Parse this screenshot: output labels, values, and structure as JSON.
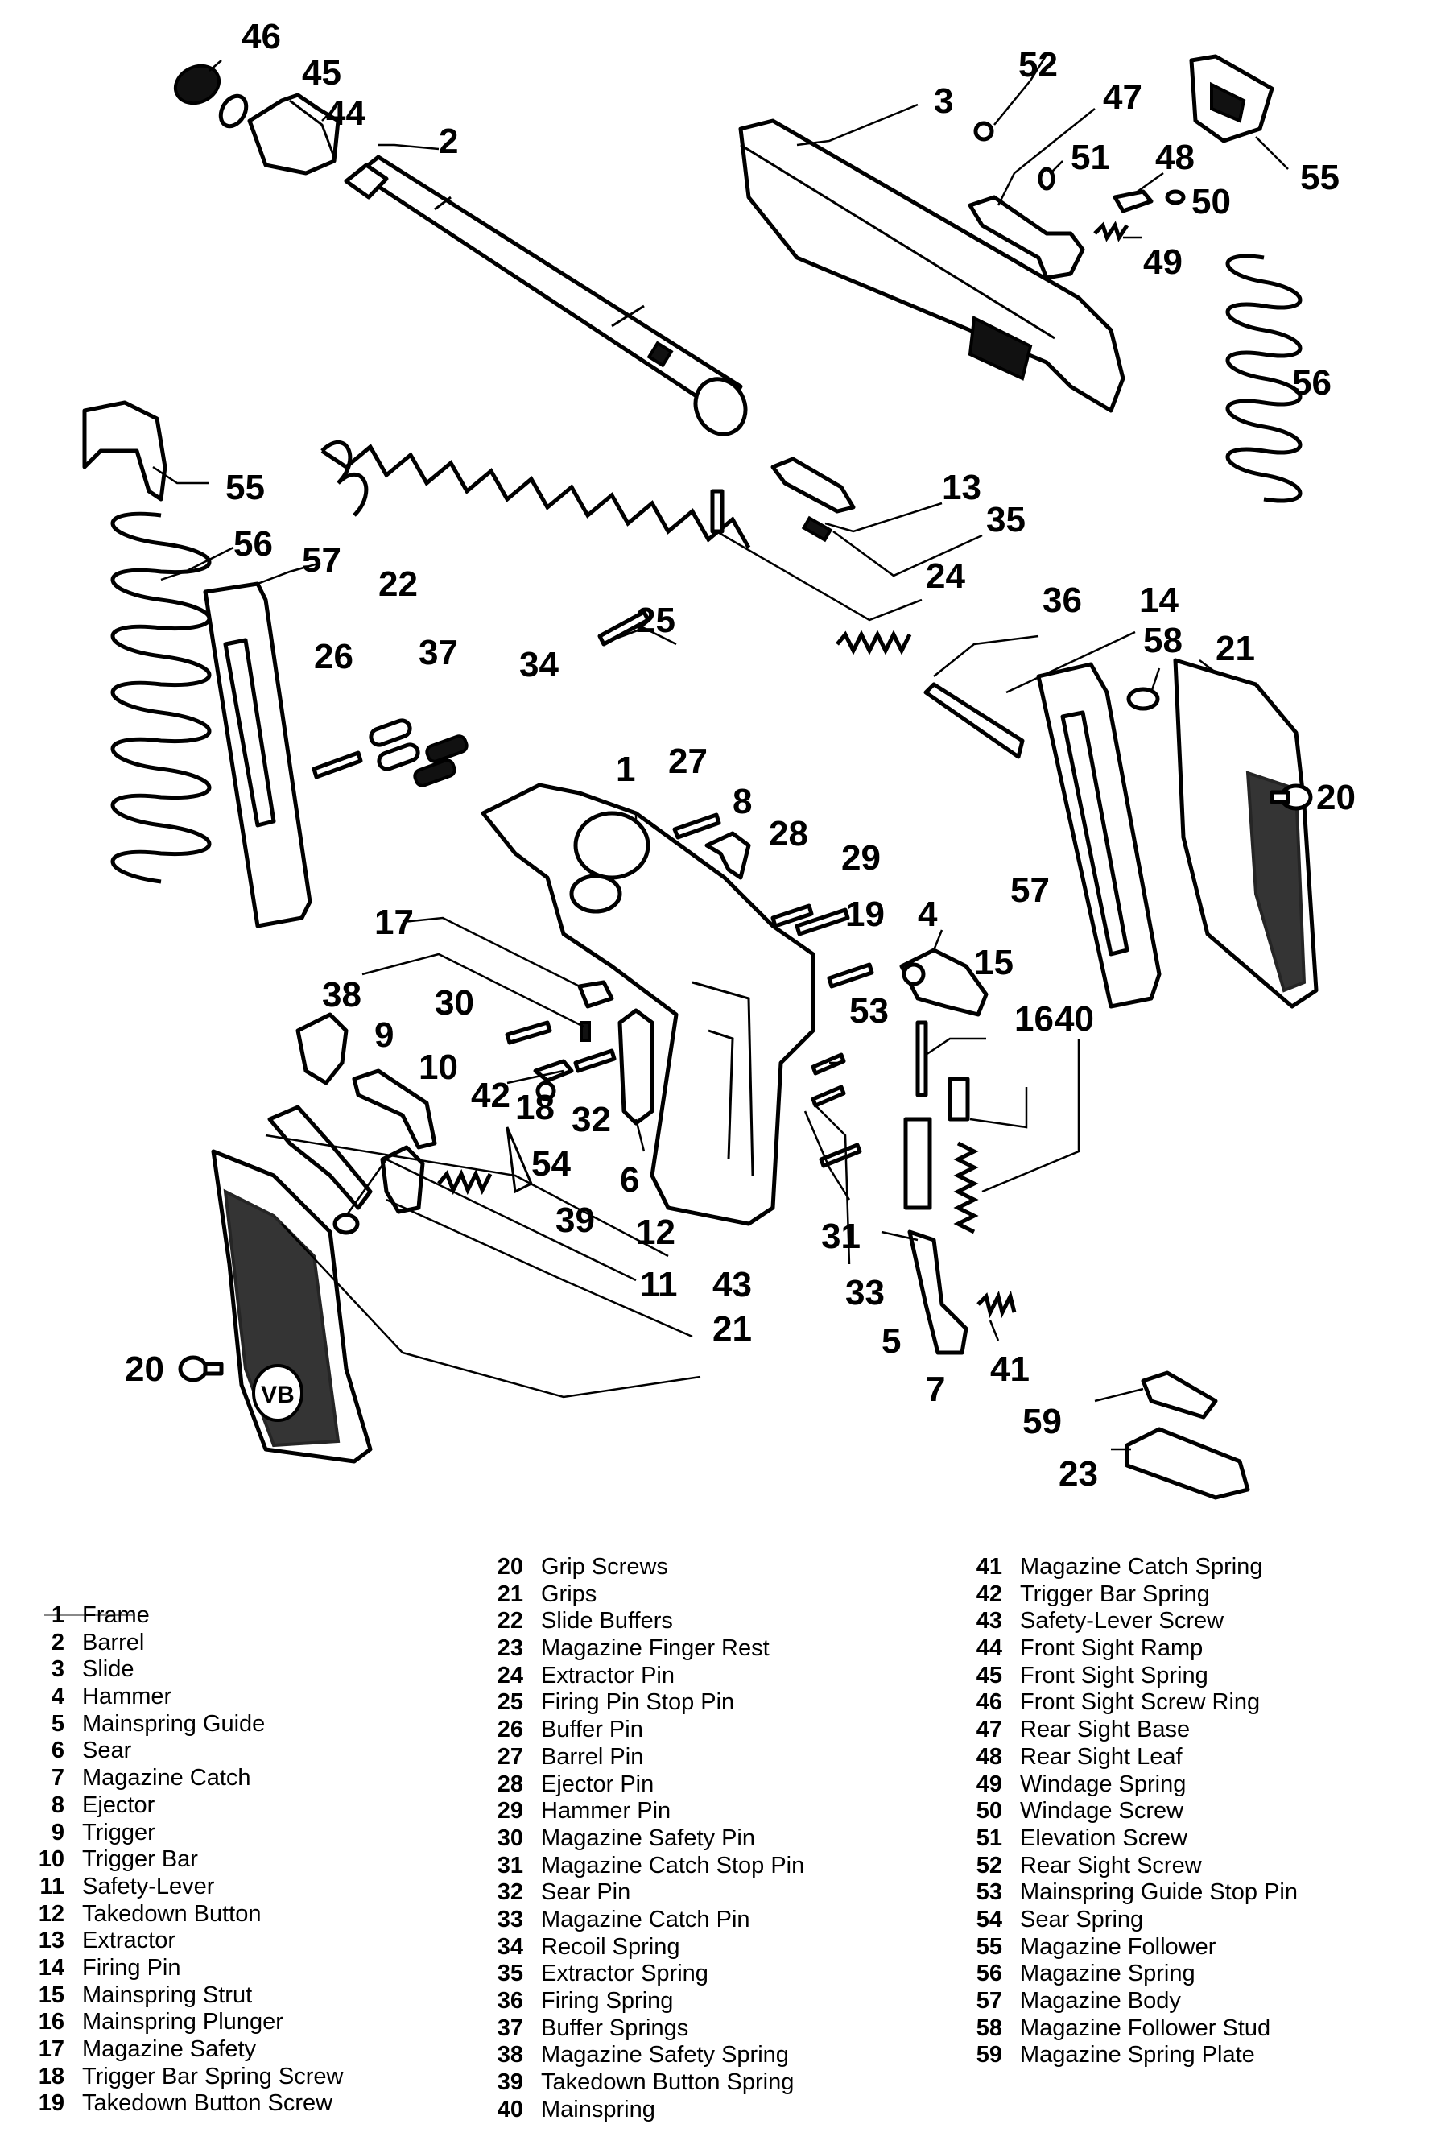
{
  "callouts": [
    "1",
    "2",
    "3",
    "4",
    "5",
    "6",
    "7",
    "8",
    "9",
    "10",
    "11",
    "12",
    "13",
    "14",
    "15",
    "16",
    "17",
    "18",
    "19",
    "20",
    "21",
    "22",
    "23",
    "24",
    "25",
    "26",
    "27",
    "28",
    "29",
    "30",
    "31",
    "32",
    "33",
    "34",
    "35",
    "36",
    "37",
    "38",
    "39",
    "40",
    "41",
    "42",
    "43",
    "44",
    "45",
    "46",
    "47",
    "48",
    "49",
    "50",
    "51",
    "52",
    "53",
    "54",
    "55",
    "56",
    "57",
    "58",
    "59"
  ],
  "legend": {
    "col1": [
      {
        "num": "1",
        "name": "Frame"
      },
      {
        "num": "2",
        "name": "Barrel"
      },
      {
        "num": "3",
        "name": "Slide"
      },
      {
        "num": "4",
        "name": "Hammer"
      },
      {
        "num": "5",
        "name": "Mainspring Guide"
      },
      {
        "num": "6",
        "name": "Sear"
      },
      {
        "num": "7",
        "name": "Magazine Catch"
      },
      {
        "num": "8",
        "name": "Ejector"
      },
      {
        "num": "9",
        "name": "Trigger"
      },
      {
        "num": "10",
        "name": "Trigger Bar"
      },
      {
        "num": "11",
        "name": "Safety-Lever"
      },
      {
        "num": "12",
        "name": "Takedown Button"
      },
      {
        "num": "13",
        "name": "Extractor"
      },
      {
        "num": "14",
        "name": "Firing Pin"
      },
      {
        "num": "15",
        "name": "Mainspring Strut"
      },
      {
        "num": "16",
        "name": "Mainspring Plunger"
      },
      {
        "num": "17",
        "name": "Magazine Safety"
      },
      {
        "num": "18",
        "name": "Trigger Bar Spring Screw"
      },
      {
        "num": "19",
        "name": "Takedown Button Screw"
      }
    ],
    "col2": [
      {
        "num": "20",
        "name": "Grip Screws"
      },
      {
        "num": "21",
        "name": "Grips"
      },
      {
        "num": "22",
        "name": "Slide Buffers"
      },
      {
        "num": "23",
        "name": "Magazine Finger Rest"
      },
      {
        "num": "24",
        "name": "Extractor Pin"
      },
      {
        "num": "25",
        "name": "Firing Pin Stop Pin"
      },
      {
        "num": "26",
        "name": "Buffer Pin"
      },
      {
        "num": "27",
        "name": "Barrel Pin"
      },
      {
        "num": "28",
        "name": "Ejector Pin"
      },
      {
        "num": "29",
        "name": "Hammer Pin"
      },
      {
        "num": "30",
        "name": "Magazine Safety Pin"
      },
      {
        "num": "31",
        "name": "Magazine Catch Stop Pin"
      },
      {
        "num": "32",
        "name": "Sear Pin"
      },
      {
        "num": "33",
        "name": "Magazine Catch Pin"
      },
      {
        "num": "34",
        "name": "Recoil Spring"
      },
      {
        "num": "35",
        "name": "Extractor Spring"
      },
      {
        "num": "36",
        "name": "Firing Spring"
      },
      {
        "num": "37",
        "name": "Buffer Springs"
      },
      {
        "num": "38",
        "name": "Magazine Safety Spring"
      },
      {
        "num": "39",
        "name": "Takedown Button Spring"
      },
      {
        "num": "40",
        "name": "Mainspring"
      }
    ],
    "col3": [
      {
        "num": "41",
        "name": "Magazine Catch Spring"
      },
      {
        "num": "42",
        "name": "Trigger Bar Spring"
      },
      {
        "num": "43",
        "name": "Safety-Lever Screw"
      },
      {
        "num": "44",
        "name": "Front Sight Ramp"
      },
      {
        "num": "45",
        "name": "Front Sight Spring"
      },
      {
        "num": "46",
        "name": "Front Sight Screw Ring"
      },
      {
        "num": "47",
        "name": "Rear Sight Base"
      },
      {
        "num": "48",
        "name": "Rear Sight Leaf"
      },
      {
        "num": "49",
        "name": "Windage Spring"
      },
      {
        "num": "50",
        "name": "Windage Screw"
      },
      {
        "num": "51",
        "name": "Elevation Screw"
      },
      {
        "num": "52",
        "name": "Rear Sight Screw"
      },
      {
        "num": "53",
        "name": "Mainspring Guide Stop Pin"
      },
      {
        "num": "54",
        "name": "Sear Spring"
      },
      {
        "num": "55",
        "name": "Magazine Follower"
      },
      {
        "num": "56",
        "name": "Magazine Spring"
      },
      {
        "num": "57",
        "name": "Magazine Body"
      },
      {
        "num": "58",
        "name": "Magazine Follower Stud"
      },
      {
        "num": "59",
        "name": "Magazine Spring Plate"
      }
    ]
  },
  "extra_callouts": [
    "55",
    "56",
    "57",
    "20",
    "21"
  ],
  "grip_logo": "VB"
}
